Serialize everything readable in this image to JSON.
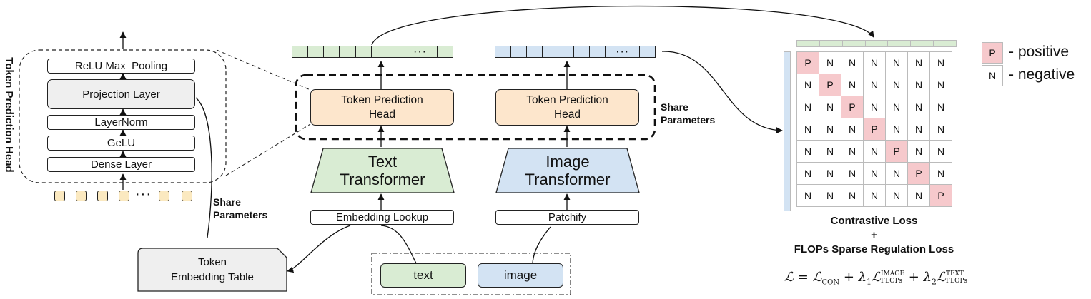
{
  "left_panel": {
    "vertical_title": "Token Prediction Head",
    "layers": [
      "ReLU  Max_Pooling",
      "Projection Layer",
      "LayerNorm",
      "GeLU",
      "Dense Layer"
    ],
    "token_dots": "···"
  },
  "share_params_left": [
    "Share",
    "Parameters"
  ],
  "embedding_table": [
    "Token",
    "Embedding Table"
  ],
  "center": {
    "head_text": [
      "Token Prediction",
      "Head"
    ],
    "head_image": [
      "Token Prediction",
      "Head"
    ],
    "share_params": [
      "Share",
      "Parameters"
    ],
    "text_transformer": [
      "Text",
      "Transformer"
    ],
    "image_transformer": [
      "Image",
      "Transformer"
    ],
    "embedding_lookup": "Embedding Lookup",
    "patchify": "Patchify",
    "input_text": "text",
    "input_image": "image",
    "vec_dots": "···"
  },
  "matrix": {
    "rows": [
      [
        "P",
        "N",
        "N",
        "N",
        "N",
        "N",
        "N"
      ],
      [
        "N",
        "P",
        "N",
        "N",
        "N",
        "N",
        "N"
      ],
      [
        "N",
        "N",
        "P",
        "N",
        "N",
        "N",
        "N"
      ],
      [
        "N",
        "N",
        "N",
        "P",
        "N",
        "N",
        "N"
      ],
      [
        "N",
        "N",
        "N",
        "N",
        "P",
        "N",
        "N"
      ],
      [
        "N",
        "N",
        "N",
        "N",
        "N",
        "P",
        "N"
      ],
      [
        "N",
        "N",
        "N",
        "N",
        "N",
        "N",
        "P"
      ]
    ]
  },
  "legend": {
    "positive_symbol": "P",
    "positive_label": "- positive",
    "negative_symbol": "N",
    "negative_label": "- negative"
  },
  "loss": {
    "line1": "Contrastive Loss",
    "line2": "+",
    "line3": "FLOPs Sparse Regulation Loss",
    "formula_L": "ℒ",
    "formula_eq": " = ",
    "formula_con": "ℒ",
    "formula_con_sub": "CON",
    "formula_plus1": " + λ",
    "formula_l1_sub": "1",
    "formula_img": "ℒ",
    "formula_img_sup": "IMAGE",
    "formula_img_sub": "FLOPs",
    "formula_plus2": " + λ",
    "formula_l2_sub": "2",
    "formula_txt": "ℒ",
    "formula_txt_sup": "TEXT",
    "formula_txt_sub": "FLOPs"
  },
  "colors": {
    "green": "#d9ecd3",
    "blue": "#d3e3f3",
    "orange": "#fde6cc",
    "pink": "#f6c9cc",
    "token": "#fbe9c0"
  }
}
